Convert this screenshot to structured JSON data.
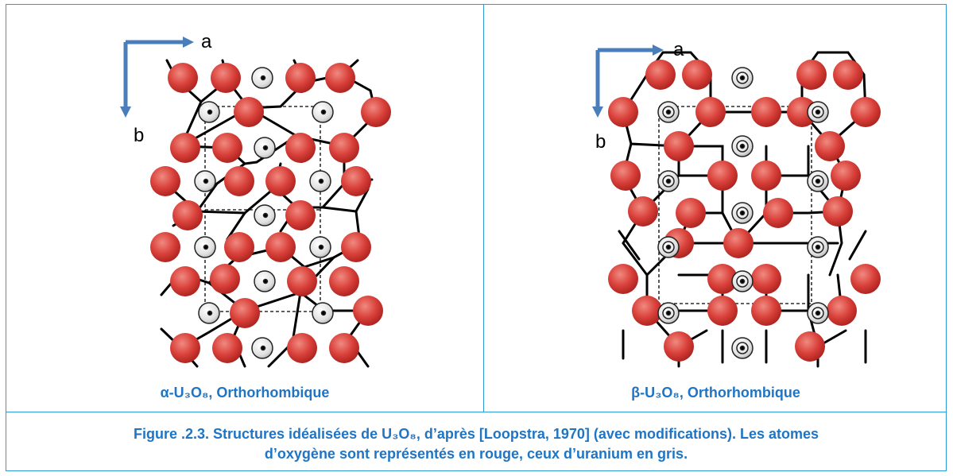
{
  "panels": {
    "left": {
      "label": "α-U₃O₈, Orthorhombique",
      "axis_a": "a",
      "axis_b": "b"
    },
    "right": {
      "label": "β-U₃O₈, Orthorhombique",
      "axis_a": "a",
      "axis_b": "b"
    }
  },
  "caption": {
    "line1": "Figure .2.3. Structures idéalisées de U₃O₈,  d’après [Loopstra, 1970] (avec modifications). Les atomes",
    "line2": "d’oxygène sont représentés en rouge, ceux d’uranium en gris."
  },
  "colors": {
    "oxygen": "#d9403a",
    "uranium": "#e6e6e6",
    "arrow": "#4a7ebb",
    "border": "#2e9bd6",
    "text_accent": "#1f75c4"
  }
}
